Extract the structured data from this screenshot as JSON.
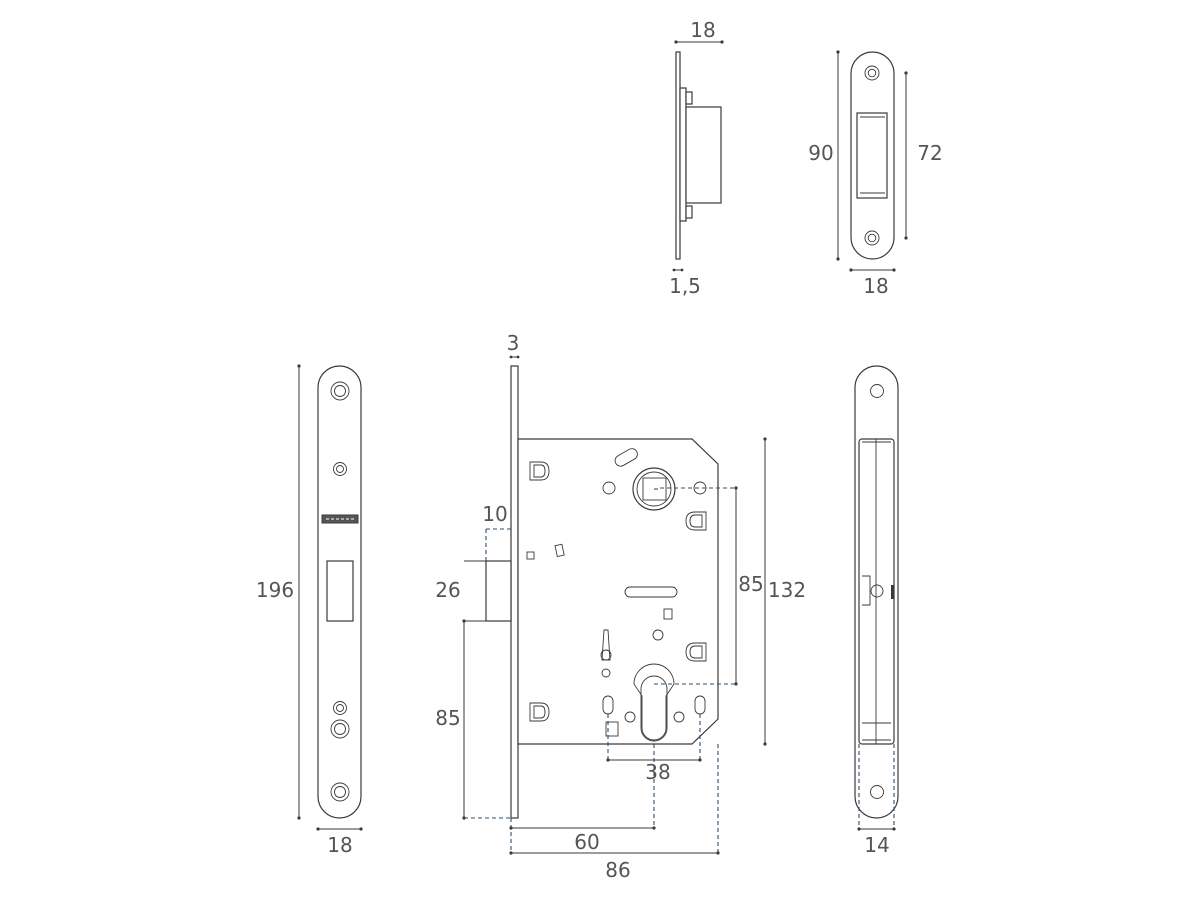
{
  "dimensions": {
    "strike_depth": "18",
    "strike_plate_thickness": "1,5",
    "strike_height": "90",
    "strike_hole_spacing": "72",
    "strike_width": "18",
    "faceplate_length": "196",
    "faceplate_width": "18",
    "faceplate_thickness": "3",
    "latch_offset": "10",
    "latch_height": "26",
    "latch_to_bottom": "85",
    "handle_to_cylinder": "85",
    "case_height": "132",
    "cylinder_screw_spacing": "38",
    "backset": "60",
    "case_depth": "86",
    "side_width": "14"
  },
  "colors": {
    "line": "#3a3a3a",
    "dashed": "#2e4f6b",
    "text": "#555555"
  }
}
